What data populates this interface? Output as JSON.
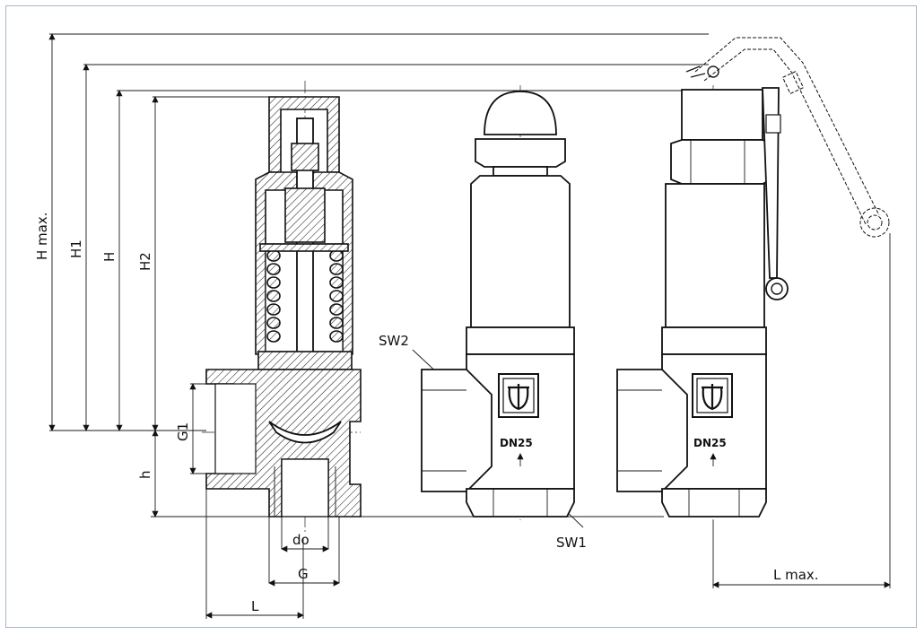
{
  "labels": {
    "h_max": "H max.",
    "h1": "H1",
    "h": "H",
    "h2": "H2",
    "g1": "G1",
    "h_small": "h",
    "do": "do",
    "g": "G",
    "l": "L",
    "sw2": "SW2",
    "sw1": "SW1",
    "dn25_front": "DN25",
    "dn25_side": "DN25",
    "l_max": "L max."
  },
  "colors": {
    "line": "#1b1b1b",
    "frame": "#a9b6c7",
    "background": "#ffffff"
  },
  "icons": {
    "logo_front": "valve-brand-logo",
    "logo_side": "valve-brand-logo",
    "logo_lever": "valve-brand-logo"
  }
}
